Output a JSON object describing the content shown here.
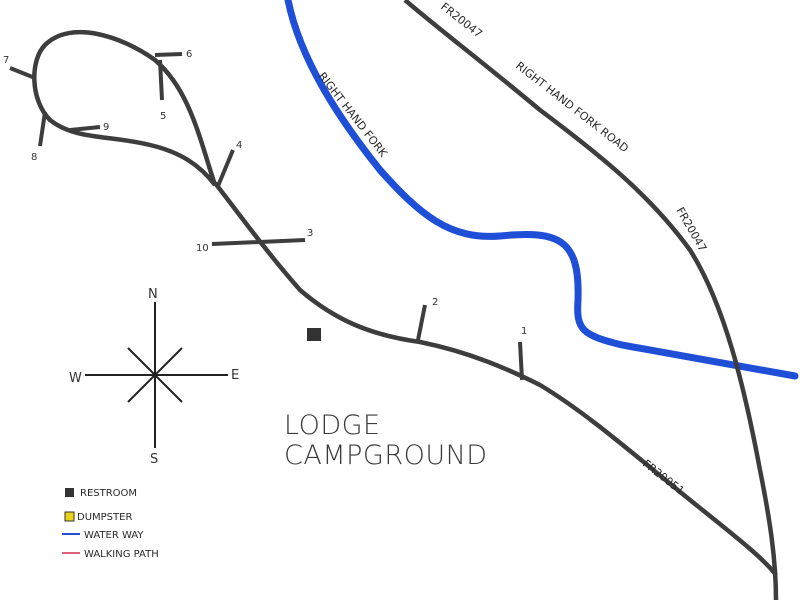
{
  "title": [
    "LODGE",
    "CAMPGROUND"
  ],
  "roads": {
    "main_name_top": "FR20047",
    "main_name_mid": "RIGHT HAND FORK ROAD",
    "main_name_lower": "FR20047",
    "campground_road": "FR20051"
  },
  "waterway": {
    "name": "RIGHT HAND FORK"
  },
  "sites": [
    "1",
    "2",
    "3",
    "4",
    "5",
    "6",
    "7",
    "8",
    "9",
    "10"
  ],
  "compass": {
    "n": "N",
    "s": "S",
    "e": "E",
    "w": "W"
  },
  "legend": [
    {
      "label": "RESTROOM",
      "color": "#333333",
      "icon": "square"
    },
    {
      "label": "DUMPSTER",
      "color": "#e8d21a",
      "icon": "square"
    },
    {
      "label": "WATER WAY",
      "color": "#1f4fd6",
      "icon": "line"
    },
    {
      "label": "WALKING PATH",
      "color": "#e0607a",
      "icon": "line"
    }
  ],
  "colors": {
    "road": "#3d3d3d",
    "water": "#1f4fd6"
  }
}
